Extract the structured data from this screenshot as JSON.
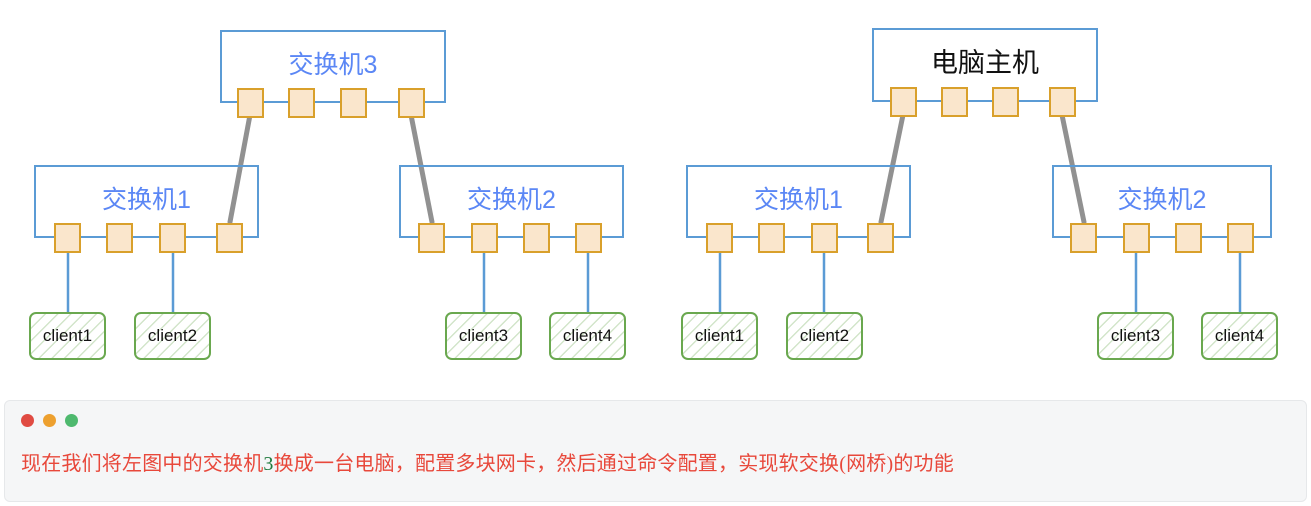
{
  "diagram": {
    "title_hidden": "",
    "colors": {
      "switch_border": "#5b9bd5",
      "switch_label": "#5b87f5",
      "host_label": "#111111",
      "port_fill": "#fae6cc",
      "port_border": "#d9a02b",
      "client_border": "#6aa84f",
      "client_text": "#111111",
      "trunk_cable": "#919191",
      "drop_cable": "#5b9bd5",
      "canvas_bg": "#ffffff"
    },
    "left_panel": {
      "name": "before-topology",
      "uplink_device": {
        "label": "交换机3",
        "kind": "switch",
        "port_count": 4
      },
      "switches": [
        {
          "label": "交换机1",
          "port_count": 4,
          "uplink_port_index": 4,
          "clients": [
            "client1",
            "client2"
          ]
        },
        {
          "label": "交换机2",
          "port_count": 4,
          "uplink_port_index": 1,
          "clients": [
            "client3",
            "client4"
          ]
        }
      ]
    },
    "right_panel": {
      "name": "after-topology",
      "uplink_device": {
        "label": "电脑主机",
        "kind": "host",
        "port_count": 4
      },
      "switches": [
        {
          "label": "交换机1",
          "port_count": 4,
          "uplink_port_index": 4,
          "clients": [
            "client1",
            "client2"
          ]
        },
        {
          "label": "交换机2",
          "port_count": 4,
          "uplink_port_index": 1,
          "clients": [
            "client3",
            "client4"
          ]
        }
      ]
    }
  },
  "caption": {
    "window_dots": [
      {
        "name": "close",
        "color": "#e04b42"
      },
      {
        "name": "minimize",
        "color": "#eda02f"
      },
      {
        "name": "maximize",
        "color": "#4eb96e"
      }
    ],
    "text_before": "现在我们将左图中的交换机",
    "text_highlight": "3",
    "text_after": "换成一台电脑，配置多块网卡，然后通过命令配置，实现软交换(网桥)的功能",
    "full_text": "现在我们将左图中的交换机3换成一台电脑，配置多块网卡，然后通过命令配置，实现软交换(网桥)的功能"
  },
  "labels": {
    "switch3": "交换机3",
    "host": "电脑主机",
    "switch1": "交换机1",
    "switch2": "交换机2",
    "client1": "client1",
    "client2": "client2",
    "client3": "client3",
    "client4": "client4"
  }
}
